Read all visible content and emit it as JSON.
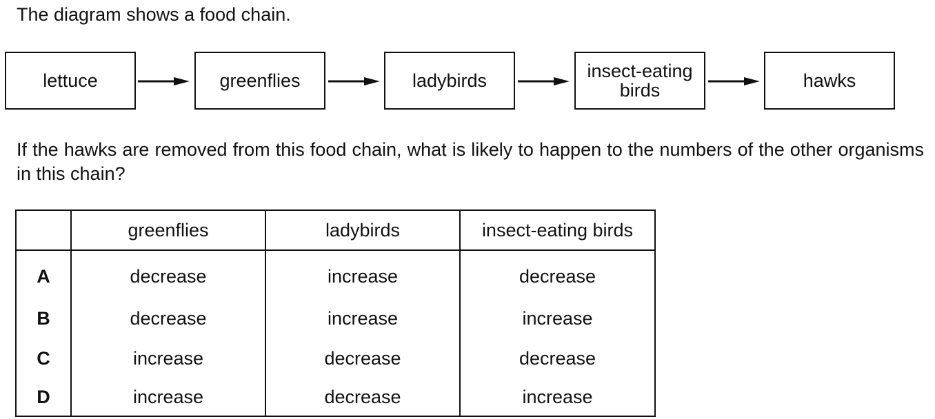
{
  "intro": "The diagram shows a food chain.",
  "food_chain": [
    {
      "label_line1": "lettuce",
      "label_line2": ""
    },
    {
      "label_line1": "greenflies",
      "label_line2": ""
    },
    {
      "label_line1": "ladybirds",
      "label_line2": ""
    },
    {
      "label_line1": "insect-eating",
      "label_line2": "birds"
    },
    {
      "label_line1": "hawks",
      "label_line2": ""
    }
  ],
  "question": "If the hawks are removed from this food chain, what is likely to happen to the numbers of the other organisms in this chain?",
  "table": {
    "headers": [
      "",
      "greenflies",
      "ladybirds",
      "insect-eating birds"
    ],
    "rows": [
      {
        "option": "A",
        "greenflies": "decrease",
        "ladybirds": "increase",
        "birds": "decrease"
      },
      {
        "option": "B",
        "greenflies": "decrease",
        "ladybirds": "increase",
        "birds": "increase"
      },
      {
        "option": "C",
        "greenflies": "increase",
        "ladybirds": "decrease",
        "birds": "decrease"
      },
      {
        "option": "D",
        "greenflies": "increase",
        "ladybirds": "decrease",
        "birds": "increase"
      }
    ]
  }
}
